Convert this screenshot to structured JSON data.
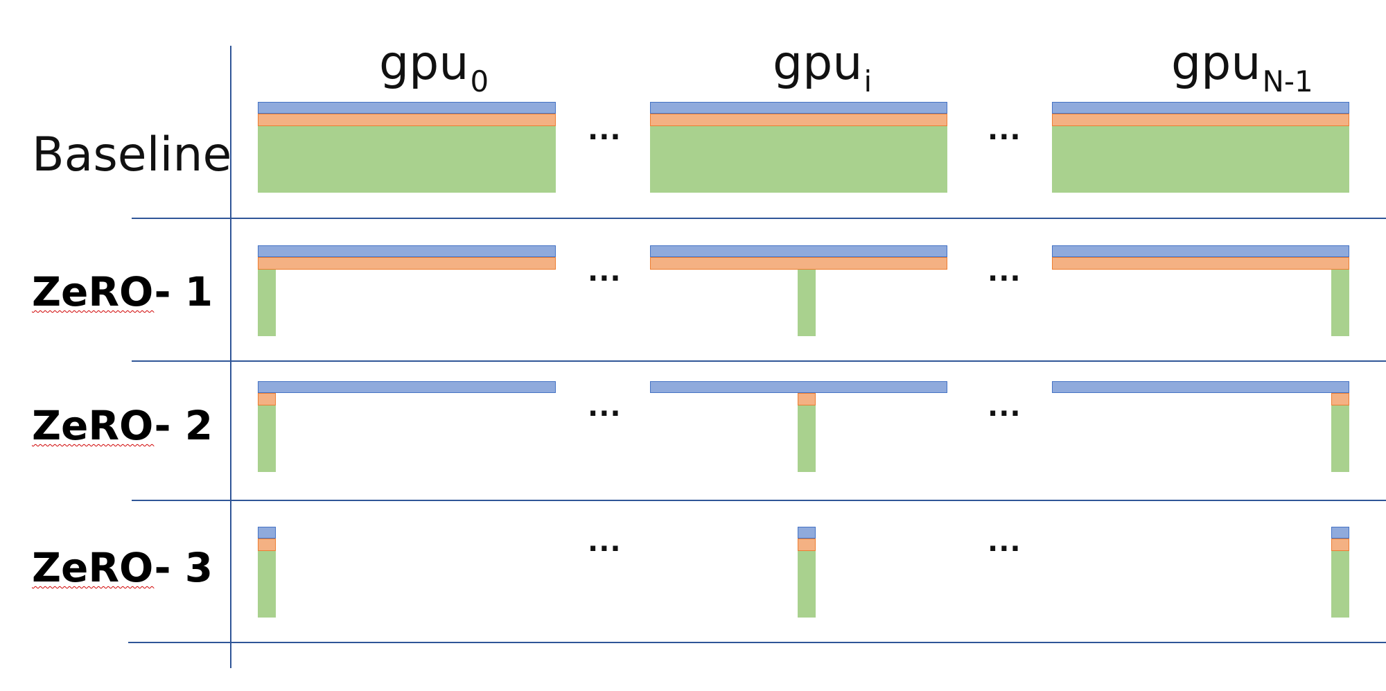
{
  "colors": {
    "grid_line": "#2f5597",
    "parameters": "#8faadc",
    "parameters_border": "#4472c4",
    "gradients": "#f4b183",
    "gradients_border": "#ed7d31",
    "optimizer_states": "#a9d18e",
    "spellcheck_squiggle": "#d00000"
  },
  "columns": [
    {
      "base": "gpu",
      "sub": "0"
    },
    {
      "base": "gpu",
      "sub": "i"
    },
    {
      "base": "gpu",
      "sub": "N-1"
    }
  ],
  "ellipsis": "···",
  "rows": [
    {
      "label_main": "Baseline",
      "label_tail": ""
    },
    {
      "label_main": "ZeRO",
      "label_tail": "- 1"
    },
    {
      "label_main": "ZeRO",
      "label_tail": "- 2"
    },
    {
      "label_main": "ZeRO",
      "label_tail": "- 3"
    }
  ]
}
